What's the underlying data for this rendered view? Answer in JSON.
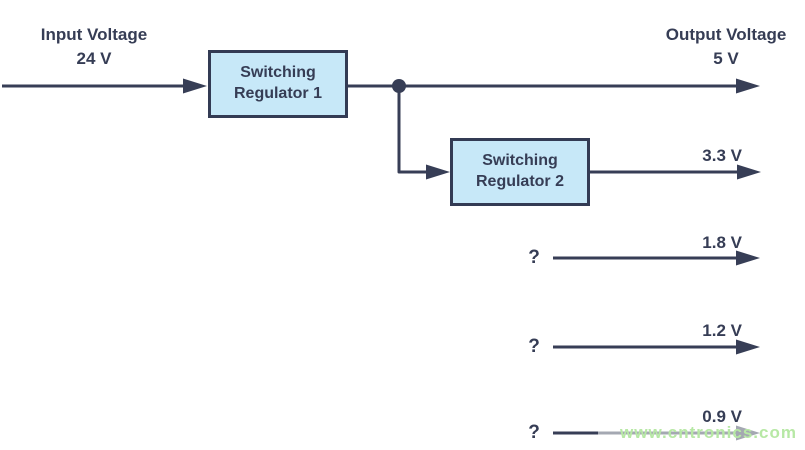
{
  "input": {
    "label": "Input Voltage",
    "value": "24 V"
  },
  "output": {
    "label": "Output Voltage",
    "value": "5 V"
  },
  "regulator1": {
    "line1": "Switching",
    "line2": "Regulator 1"
  },
  "regulator2": {
    "line1": "Switching",
    "line2": "Regulator 2"
  },
  "outputs": {
    "reg2_voltage": "3.3 V",
    "unknown": [
      {
        "symbol": "?",
        "voltage": "1.8 V"
      },
      {
        "symbol": "?",
        "voltage": "1.2 V"
      },
      {
        "symbol": "?",
        "voltage": "0.9 V"
      }
    ]
  },
  "watermark": "www.cntronics.com",
  "colors": {
    "line": "#373e56",
    "text": "#363d55",
    "box_fill": "#c7e8f8",
    "box_border": "#333b54",
    "watermark": "#b7e8a5"
  }
}
